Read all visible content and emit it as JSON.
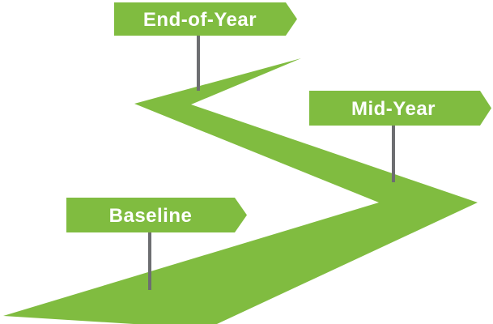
{
  "title": "Milestone signposts along a winding path",
  "colors": {
    "background": "#ffffff",
    "green": "#80BC40",
    "pole_gray": "#6D6E71",
    "label_text": "#FFFFFF"
  },
  "diagram": {
    "type": "zigzag-path-milestones",
    "path_name": "winding-path",
    "milestones": [
      {
        "label": "Baseline",
        "position": "bottom-left"
      },
      {
        "label": "Mid-Year",
        "position": "middle-right"
      },
      {
        "label": "End-of-Year",
        "position": "top-left"
      }
    ]
  }
}
